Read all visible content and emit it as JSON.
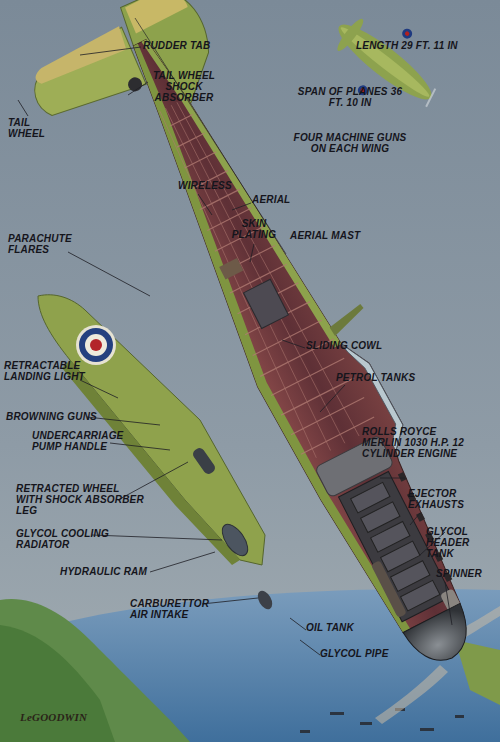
{
  "diagram": {
    "labels": [
      "RUDDER TAB",
      "TAIL WHEEL SHOCK ABSORBER",
      "TAIL WHEEL",
      "WIRELESS",
      "AERIAL",
      "SKIN PLATING",
      "AERIAL MAST",
      "PARACHUTE FLARES",
      "SLIDING COWL",
      "PETROL TANKS",
      "RETRACTABLE LANDING LIGHT",
      "BROWNING GUNS",
      "UNDERCARRIAGE PUMP HANDLE",
      "ROLLS ROYCE MERLIN 1030 H.P. 12 CYLINDER ENGINE",
      "EJECTOR EXHAUSTS",
      "RETRACTED WHEEL WITH SHOCK ABSORBER LEG",
      "GLYCOL COOLING RADIATOR",
      "GLYCOL HEADER TANK",
      "HYDRAULIC RAM",
      "SPINNER",
      "CARBURETTOR AIR INTAKE",
      "OIL TANK",
      "GLYCOL PIPE",
      "LENGTH 29 FT. 11 IN",
      "SPAN OF PLANES 36 FT. 10 IN",
      "FOUR MACHINE GUNS ON EACH WING",
      "LeGOODWIN"
    ]
  }
}
